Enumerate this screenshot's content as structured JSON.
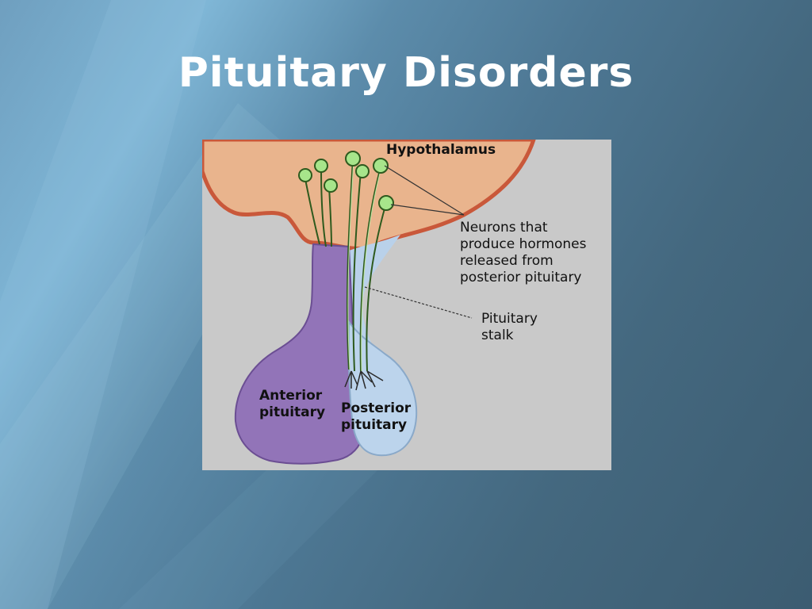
{
  "slide": {
    "title": "Pituitary Disorders"
  },
  "figure": {
    "labels": {
      "hypothalamus": "Hypothalamus",
      "neurons": "Neurons that\nproduce hormones\nreleased from\nposterior pituitary",
      "stalk": "Pituitary\nstalk",
      "anterior": "Anterior\npituitary",
      "posterior": "Posterior\npituitary"
    }
  }
}
